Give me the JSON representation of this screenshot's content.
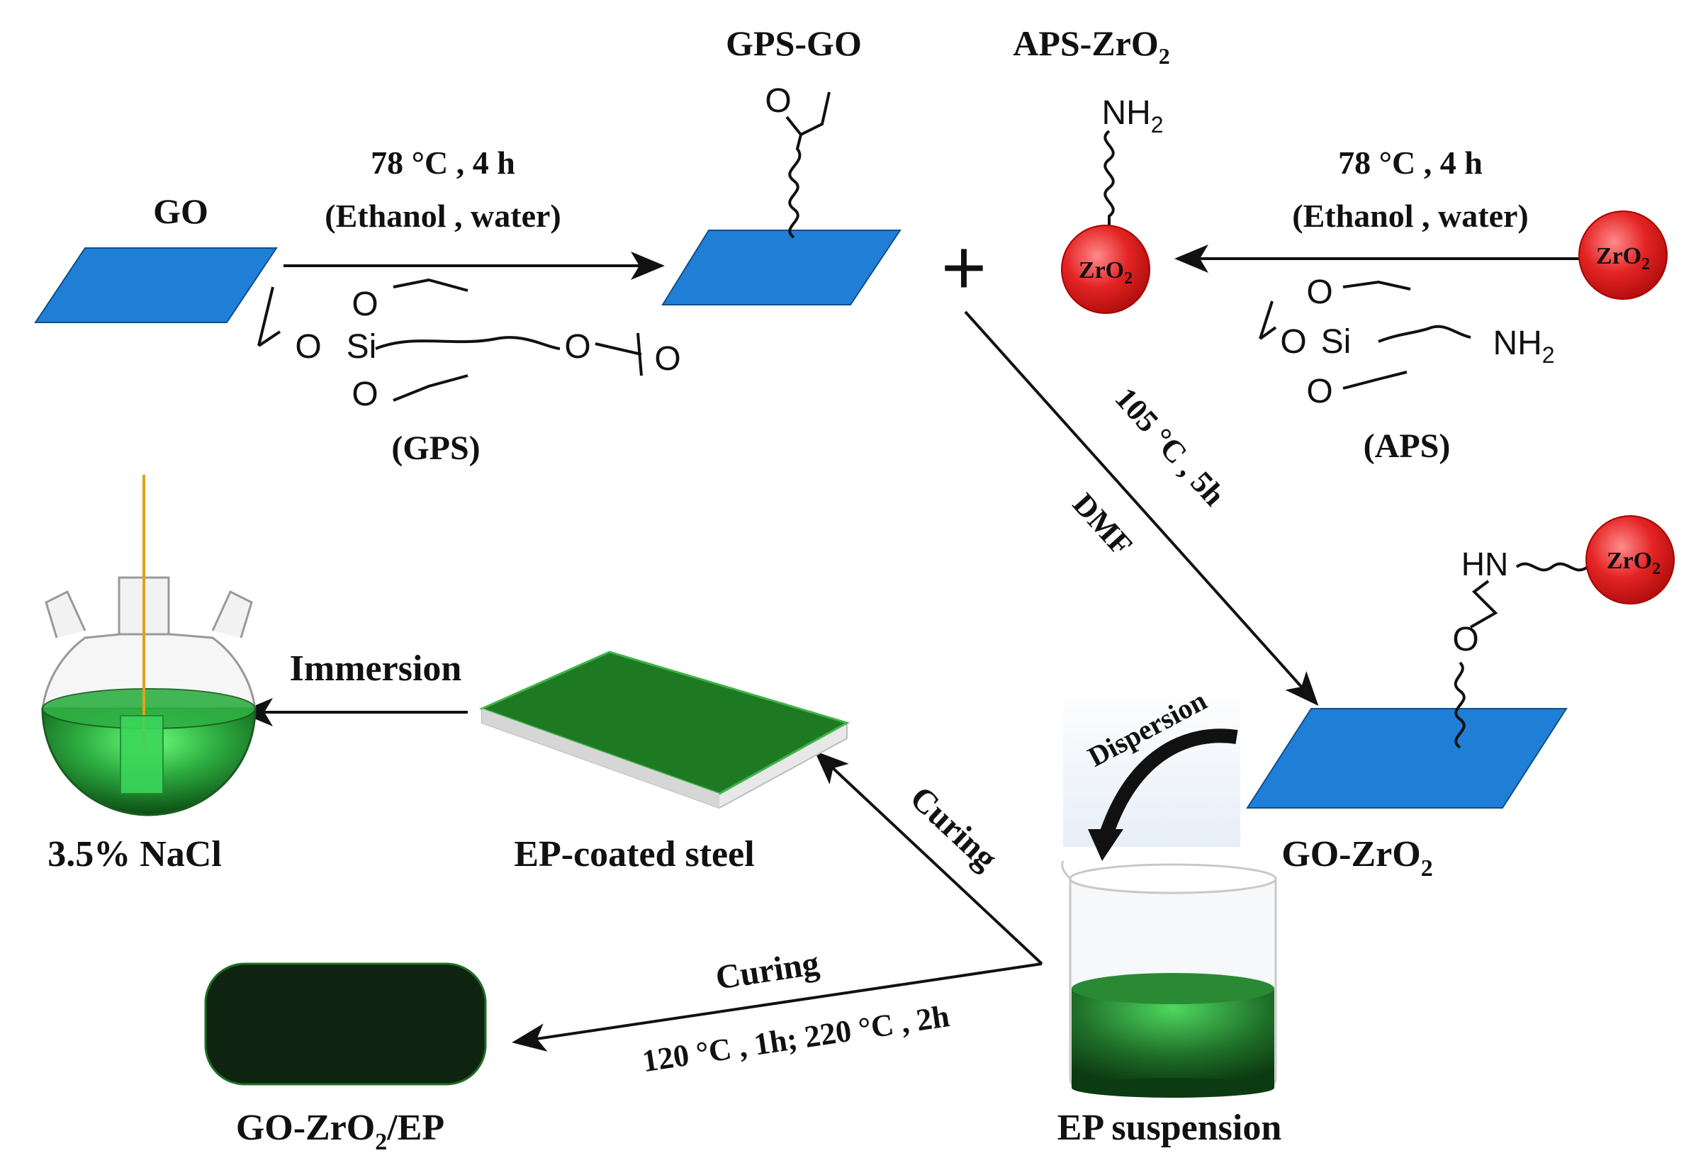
{
  "labels": {
    "gps_go": "GPS-GO",
    "aps_zro2_main": "APS-ZrO",
    "aps_zro2_sub": "2",
    "go": "GO",
    "left_cond_temp": "78 °C , 4 h",
    "left_cond_solvent": "(Ethanol , water)",
    "right_cond_temp": "78 °C , 4 h",
    "right_cond_solvent": "(Ethanol , water)",
    "gps": "(GPS)",
    "aps": "(APS)",
    "plus": "+",
    "diag_cond_temp": "105 °C , 5h",
    "diag_cond_solvent": "DMF",
    "go_zro2_main": "GO-ZrO",
    "go_zro2_sub": "2",
    "immersion": "Immersion",
    "nacl": "3.5% NaCl",
    "ep_coated_steel": "EP-coated steel",
    "curing_upper": "Curing",
    "curing_lower": "Curing",
    "curing_conditions": "120 °C , 1h; 220 °C , 2h",
    "dispersion": "Dispersion",
    "ep_suspension": "EP suspension",
    "go_zro2_ep_a": "GO-ZrO",
    "go_zro2_ep_sub": "2",
    "go_zro2_ep_b": "/EP"
  },
  "chem": {
    "o": "O",
    "si": "Si",
    "nh2": "NH",
    "sub2": "2",
    "hn": "HN",
    "zro2": "ZrO",
    "zro2_sub": "2"
  },
  "colors": {
    "go_sheet": "#1f7fd6",
    "zro2_sphere": "#e0201f",
    "coating_green": "#1e7a22",
    "dark_green": "#0f2410",
    "liquid_green": "#2fb043",
    "rod": "#e0a21a"
  }
}
